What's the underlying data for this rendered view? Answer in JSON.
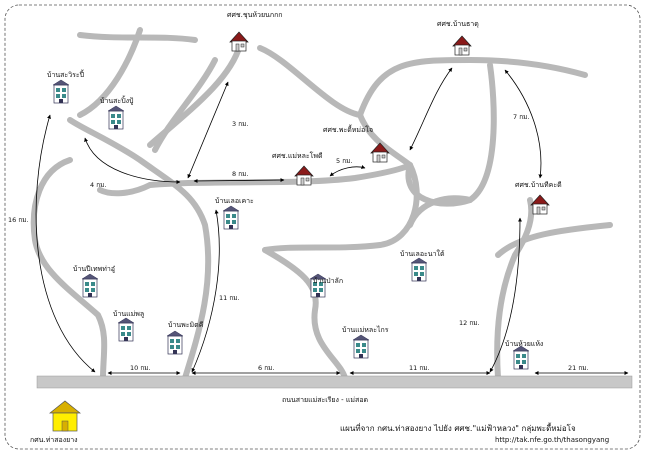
{
  "map": {
    "frame": "dashed-rounded",
    "road_color": "#b8b8b8",
    "main_road_color": "#c8c8c8",
    "main_road_label": "ถนนสายแม่สะเรียง - แม่สอด",
    "title": "แผนที่จาก กศน.ท่าสองยาง  ไปยัง ศศช.\"แม่ฟ้าหลวง\" กลุ่มพะดื้หม่อโจ",
    "source_url": "http://tak.nfe.go.th/thasongyang"
  },
  "places": [
    {
      "id": "ban-chun-huai-nok-kok",
      "name": "ศศช.ชุนห้วยนกกก",
      "icon": "learning-center-house-icon"
    },
    {
      "id": "ban-tha-dua",
      "name": "ศศช.บ้านธาดุ",
      "icon": "learning-center-house-icon"
    },
    {
      "id": "pa-duemo-jo",
      "name": "ศศช.พะดื้หม่อโจ",
      "icon": "learning-center-house-icon"
    },
    {
      "id": "mae-nor-pho-di",
      "name": "ศศช.แม่หละโพดี",
      "icon": "learning-center-house-icon"
    },
    {
      "id": "ban-thi-kha-di",
      "name": "ศศช.บ้านทีคะดี",
      "icon": "learning-center-house-icon"
    },
    {
      "id": "ban-sa-tae-pi",
      "name": "บ้านสะวิระปี้",
      "icon": "village-house-icon"
    },
    {
      "id": "ban-sa-po-pu",
      "name": "บ้านสะปิ้งปู้",
      "icon": "village-house-icon"
    },
    {
      "id": "ban-lae-kho",
      "name": "บ้านเลอเคาะ",
      "icon": "village-house-icon"
    },
    {
      "id": "ban-pia-tha-pu",
      "name": "บ้านปีเทพท่าอู๋",
      "icon": "village-house-icon"
    },
    {
      "id": "ban-mae-pu",
      "name": "บ้านแม่พลู",
      "icon": "village-house-icon"
    },
    {
      "id": "ban-pa-mit-khi",
      "name": "บ้านพะมิตคี",
      "icon": "village-house-icon"
    },
    {
      "id": "ban-pa-lak",
      "name": "บ้านป่าลัก",
      "icon": "village-house-icon"
    },
    {
      "id": "ban-mae-la-krai",
      "name": "บ้านแม่หละไกร",
      "icon": "village-house-icon"
    },
    {
      "id": "ban-lae-na-tai",
      "name": "บ้านเลอะนาใต้",
      "icon": "village-house-icon"
    },
    {
      "id": "ban-huai-phaeng",
      "name": "บ้านห้วยแห้ง",
      "icon": "village-house-icon"
    },
    {
      "id": "kor-sor-nor-tha-song-yang",
      "name": "กศน.ท่าสองยาง",
      "icon": "district-office-house-icon"
    }
  ],
  "distances": [
    {
      "id": "d3",
      "label": "3 กม."
    },
    {
      "id": "d8",
      "label": "8 กม."
    },
    {
      "id": "d5",
      "label": "5 กม."
    },
    {
      "id": "d7",
      "label": "7 กม."
    },
    {
      "id": "d4",
      "label": "4 กม."
    },
    {
      "id": "d16",
      "label": "16 กม."
    },
    {
      "id": "d11a",
      "label": "11 กม."
    },
    {
      "id": "d12",
      "label": "12 กม."
    },
    {
      "id": "d10",
      "label": "10 กม."
    },
    {
      "id": "d6",
      "label": "6 กม."
    },
    {
      "id": "d11b",
      "label": "11 กม."
    },
    {
      "id": "d21",
      "label": "21 กม."
    }
  ]
}
